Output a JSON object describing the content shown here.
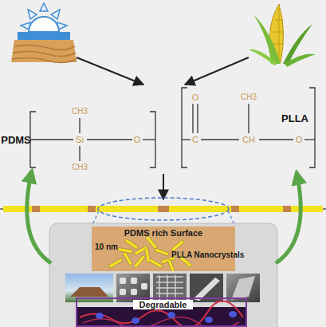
{
  "diagram": {
    "nodes": [
      {
        "text": [
          "PDMS rich Surface",
          "10 nm",
          "PLLA Nanocrystals"
        ]
      },
      {
        "text": [
          "Degradable"
        ]
      }
    ],
    "labels": [
      "PDMS",
      "CH3",
      "Si",
      "CH3",
      "O",
      "O",
      "CH3",
      "C",
      "CH",
      "O",
      "PLLA"
    ]
  }
}
